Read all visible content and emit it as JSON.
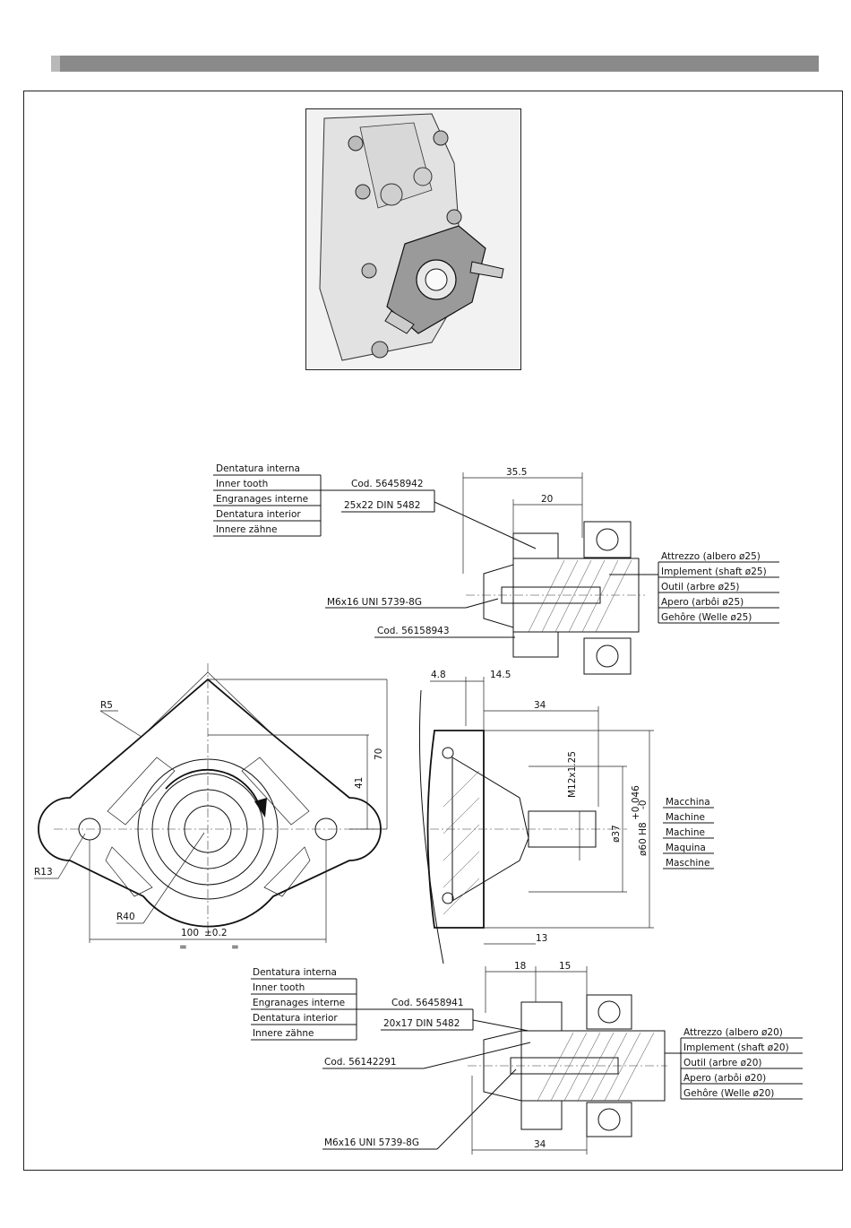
{
  "upper_detail": {
    "labels_left": [
      "Dentatura interna",
      "Inner tooth",
      "Engranages interne",
      "Dentatura interior",
      "Innere zähne"
    ],
    "cod_a": "Cod. 56458942",
    "spline": "25x22 DIN 5482",
    "screw": "M6x16 UNI 5739-8G",
    "cod_b": "Cod. 56158943",
    "dim_a": "35.5",
    "dim_b": "20",
    "labels_right": [
      "Attrezzo (albero ø25)",
      "Implement (shaft ø25)",
      "Outil (arbre ø25)",
      "Apero (arbôi ø25)",
      "Gehôre (Welle ø25)"
    ]
  },
  "flange": {
    "r5": "R5",
    "r13": "R13",
    "r40": "R40",
    "dim_70": "70",
    "dim_41": "41",
    "dim_100": "100",
    "tol_100": "±0.2",
    "eq": "="
  },
  "section": {
    "dim_48": "4.8",
    "dim_145": "14.5",
    "dim_34": "34",
    "dim_13": "13",
    "thread": "M12x1.25",
    "dia_37": "ø37",
    "dia_60": "ø60 H8",
    "tol_plus": "+0.046",
    "tol_zero": "-0",
    "labels_right": [
      "Macchina",
      "Machine",
      "Machine",
      "Maquina",
      "Maschine"
    ]
  },
  "lower_detail": {
    "labels_left": [
      "Dentatura interna",
      "Inner tooth",
      "Engranages interne",
      "Dentatura interior",
      "Innere zähne"
    ],
    "cod_a": "Cod. 56458941",
    "spline": "20x17 DIN 5482",
    "cod_b": "Cod. 56142291",
    "screw": "M6x16 UNI 5739-8G",
    "dim_18": "18",
    "dim_15": "15",
    "dim_34": "34",
    "labels_right": [
      "Attrezzo (albero ø20)",
      "Implement (shaft ø20)",
      "Outil (arbre ø20)",
      "Apero (arbôi ø20)",
      "Gehôre (Welle ø20)"
    ]
  }
}
